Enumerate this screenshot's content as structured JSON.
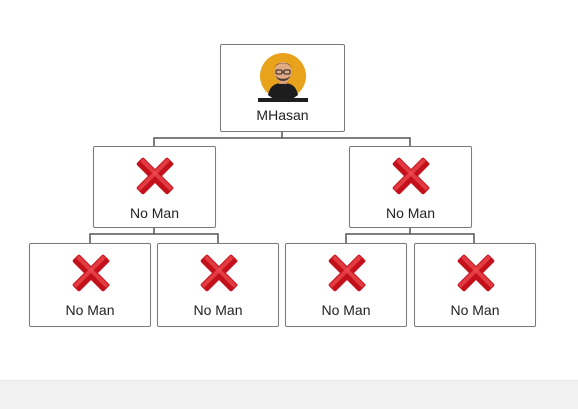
{
  "root": {
    "name": "MHasan",
    "icon": "avatar-icon"
  },
  "level1": [
    {
      "name": "No Man",
      "icon": "x-mark-icon"
    },
    {
      "name": "No Man",
      "icon": "x-mark-icon"
    }
  ],
  "level2": [
    {
      "name": "No Man",
      "icon": "x-mark-icon"
    },
    {
      "name": "No Man",
      "icon": "x-mark-icon"
    },
    {
      "name": "No Man",
      "icon": "x-mark-icon"
    },
    {
      "name": "No Man",
      "icon": "x-mark-icon"
    }
  ],
  "colors": {
    "node_border": "#7a7a7a",
    "connector": "#555555",
    "x_red": "#d0141c",
    "avatar_bg": "#e8a21c"
  }
}
